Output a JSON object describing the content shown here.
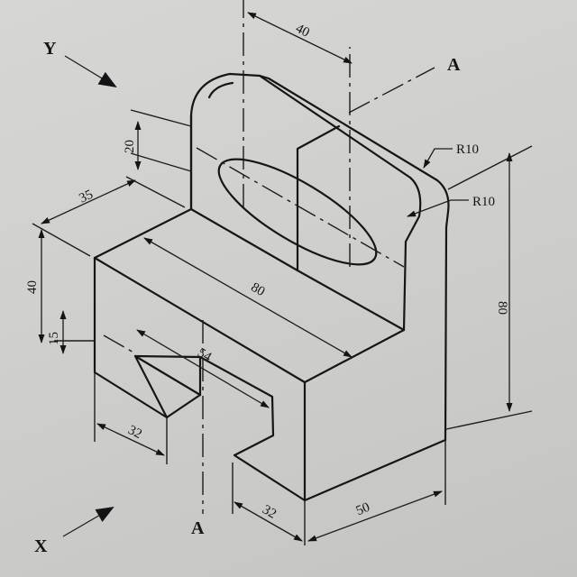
{
  "axis_labels": {
    "x": "X",
    "y": "Y"
  },
  "section_labels": {
    "top": "A",
    "bottom": "A"
  },
  "dimensions": {
    "top_40": "40",
    "slot_20": "20",
    "depth_35": "35",
    "height_40": "40",
    "height_15": "15",
    "length_80_diag": "80",
    "length_54": "54",
    "width_32_left": "32",
    "width_32_bottom": "32",
    "width_50": "50",
    "height_80": "80",
    "radius_upper": "R10",
    "radius_lower": "R10"
  }
}
